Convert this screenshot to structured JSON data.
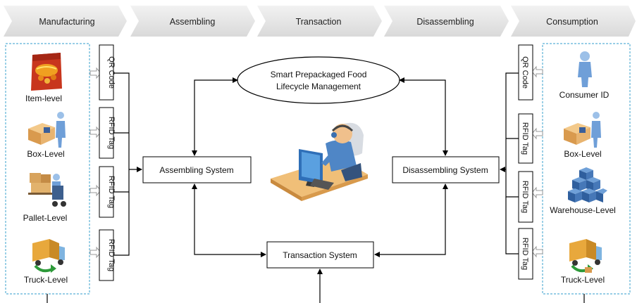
{
  "stages": [
    {
      "label": "Manufacturing"
    },
    {
      "label": "Assembling"
    },
    {
      "label": "Transaction"
    },
    {
      "label": "Disassembling"
    },
    {
      "label": "Consumption"
    }
  ],
  "left_panel": {
    "items": [
      {
        "label": "Item-level",
        "icon": "snack-package-icon"
      },
      {
        "label": "Box-Level",
        "icon": "box-worker-icon"
      },
      {
        "label": "Pallet-Level",
        "icon": "pallet-forklift-icon"
      },
      {
        "label": "Truck-Level",
        "icon": "truck-icon"
      }
    ],
    "tags": [
      "QR Code",
      "RFID Tag",
      "RFID Tag",
      "RFID Tag"
    ]
  },
  "right_panel": {
    "items": [
      {
        "label": "Consumer ID",
        "icon": "person-icon"
      },
      {
        "label": "Box-Level",
        "icon": "box-worker-icon"
      },
      {
        "label": "Warehouse-Level",
        "icon": "boxes-stack-icon"
      },
      {
        "label": "Truck-Level",
        "icon": "truck-icon"
      }
    ],
    "tags": [
      "QR Code",
      "RFID Tag",
      "RFID Tag",
      "RFID Tag"
    ]
  },
  "center": {
    "title_line1": "Smart Prepackaged Food",
    "title_line2": "Lifecycle Management",
    "assembling": "Assembling System",
    "disassembling": "Disassembling System",
    "transaction": "Transaction System",
    "operator_icon": "operator-computer-icon"
  },
  "colors": {
    "chevron": "#e4e4e4",
    "panel_border": "#5bb0d6",
    "lines": "#000000"
  }
}
